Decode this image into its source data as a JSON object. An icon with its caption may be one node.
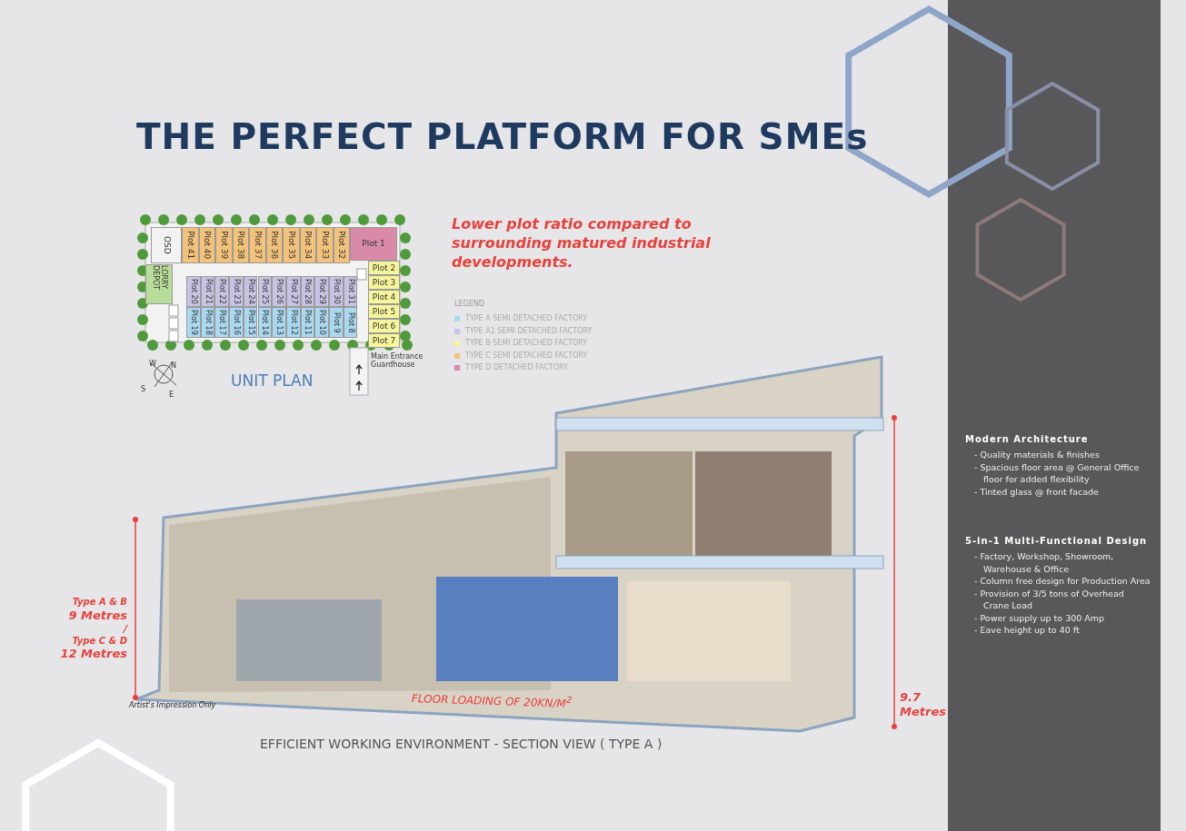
{
  "diagram": {
    "title": "THE PERFECT PLATFORM FOR SMEs",
    "caption": "EFFICIENT WORKING ENVIRONMENT - SECTION VIEW ( TYPE A )",
    "nodes": [
      {
        "text": [
          "OSD"
        ]
      },
      {
        "text": [
          "Plot 41"
        ]
      },
      {
        "text": [
          "Plot 40"
        ]
      },
      {
        "text": [
          "Plot 39"
        ]
      },
      {
        "text": [
          "Plot 38"
        ]
      },
      {
        "text": [
          "Plot 37"
        ]
      },
      {
        "text": [
          "Plot 36"
        ]
      },
      {
        "text": [
          "Plot 35"
        ]
      },
      {
        "text": [
          "Plot 34"
        ]
      },
      {
        "text": [
          "Plot 33"
        ]
      },
      {
        "text": [
          "Plot 32"
        ]
      },
      {
        "text": [
          "Plot 1"
        ]
      },
      {
        "text": [
          "Plot 2"
        ]
      },
      {
        "text": [
          "Plot 3"
        ]
      },
      {
        "text": [
          "Plot 4"
        ]
      },
      {
        "text": [
          "Plot 5"
        ]
      },
      {
        "text": [
          "Plot 6"
        ]
      },
      {
        "text": [
          "Plot 7"
        ]
      },
      {
        "text": [
          "LORRY DEPOT"
        ]
      },
      {
        "text": [
          "Plot 20"
        ]
      },
      {
        "text": [
          "Plot 21"
        ]
      },
      {
        "text": [
          "Plot 22"
        ]
      },
      {
        "text": [
          "Plot 23"
        ]
      },
      {
        "text": [
          "Plot 24"
        ]
      },
      {
        "text": [
          "Plot 25"
        ]
      },
      {
        "text": [
          "Plot 26"
        ]
      },
      {
        "text": [
          "Plot 27"
        ]
      },
      {
        "text": [
          "Plot 28"
        ]
      },
      {
        "text": [
          "Plot 29"
        ]
      },
      {
        "text": [
          "Plot 30"
        ]
      },
      {
        "text": [
          "Plot 31"
        ]
      },
      {
        "text": [
          "Plot 19"
        ]
      },
      {
        "text": [
          "Plot 18"
        ]
      },
      {
        "text": [
          "Plot 17"
        ]
      },
      {
        "text": [
          "Plot 16"
        ]
      },
      {
        "text": [
          "Plot 15"
        ]
      },
      {
        "text": [
          "Plot 14"
        ]
      },
      {
        "text": [
          "Plot 13"
        ]
      },
      {
        "text": [
          "Plot 12"
        ]
      },
      {
        "text": [
          "Plot 11"
        ]
      },
      {
        "text": [
          "Plot 10"
        ]
      },
      {
        "text": [
          "Plot 9"
        ]
      },
      {
        "text": [
          "Plot 8"
        ]
      }
    ],
    "edges": [],
    "labels": [
      "Lower plot ratio compared to surrounding matured industrial developments.",
      "LEGEND",
      "Main Entrance Guardhouse",
      "N",
      "E",
      "S",
      "W",
      "UNIT PLAN",
      "Modern Architecture",
      "- Quality materials & finishes",
      "- Spacious floor area @ General Office floor for added flexibility",
      "- Tinted glass @ front facade",
      "5-in-1 Multi-Functional Design",
      "- Factory, Workshop, Showroom, Warehouse & Office",
      "- Column free design for Production Area",
      "- Provision of 3/5 tons of Overhead Crane Load",
      "- Power supply up to 300 Amp",
      "- Eave height up to 40 ft",
      "Type A & B",
      "9 Metres",
      "/",
      "Type C & D",
      "12 Metres",
      "Artist's Impression Only",
      "FLOOR LOADING OF 20KN/M$^{2}$",
      "9.7 Metres"
    ],
    "legend": [
      {
        "text": "TYPE A SEMI DETACHED FACTORY",
        "color": "#a9d8ef"
      },
      {
        "text": "TYPE A1 SEMI DETACHED FACTORY",
        "color": "#c9c3e3"
      },
      {
        "text": "TYPE B SEMI DETACHED FACTORY",
        "color": "#f7f59a"
      },
      {
        "text": "TYPE C SEMI DETACHED FACTORY",
        "color": "#f2c27b"
      },
      {
        "text": "TYPE D DETACHED FACTORY",
        "color": "#d98aa8"
      }
    ]
  }
}
